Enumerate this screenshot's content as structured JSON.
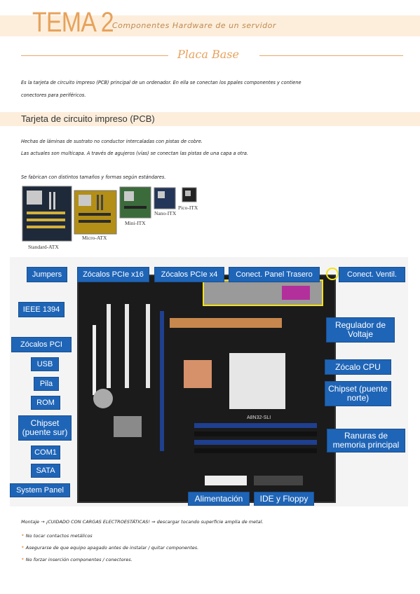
{
  "header": {
    "tema": "TEMA 2",
    "subtitle": "Componentes Hardware de un servidor"
  },
  "section_title_main": "Placa Base",
  "intro_text_1": "Es la tarjeta de circuito impreso (PCB) principal de un ordenador. En ella se conectan los ppales componentes y contiene",
  "intro_text_2": "conectores para periféricos.",
  "pcb_section": {
    "title": "Tarjeta de circuito impreso (PCB)",
    "line_1": "Hechas de láminas de sustrato no conductor intercaladas con pistas de cobre.",
    "line_2": "Las actuales son multicapa. A través de agujeros (vías) se conectan las pistas de una capa a otra.",
    "line_3": "Se fabrican con distintos tamaños y formas según estándares."
  },
  "form_factors": [
    {
      "label": "Standard-ATX"
    },
    {
      "label": "Micro-ATX"
    },
    {
      "label": "Mini-ITX"
    },
    {
      "label": "Nano-ITX"
    },
    {
      "label": "Pico-ITX"
    }
  ],
  "board_labels": {
    "jumpers": "Jumpers",
    "pcie_x16": "Zócalos PCIe x16",
    "pcie_x4": "Zócalos PCIe x4",
    "rear_panel": "Conect. Panel Trasero",
    "fan": "Conect. Ventil.",
    "ieee1394": "IEEE 1394",
    "pci": "Zócalos PCI",
    "usb": "USB",
    "pila": "Pila",
    "rom": "ROM",
    "south": "Chipset (puente sur)",
    "com1": "COM1",
    "sata": "SATA",
    "system_panel": "System Panel",
    "regulador": "Regulador de Voltaje",
    "cpu": "Zócalo CPU",
    "north": "Chipset (puente norte)",
    "ram": "Ranuras de memoria principal",
    "power": "Alimentación",
    "ide": "IDE y Floppy",
    "board_model": "A8N32-SLI"
  },
  "montaje": {
    "line": "Montaje → ¡CUIDADO CON CARGAS ELECTROESTÁTICAS! ⇒ descargar tocando superficie amplia de metal.",
    "bullets": [
      "No tocar contactos metálicos",
      "Asegurarse de que equipo apagado antes de instalar / quitar componentes.",
      "No forzar inserción componentes / conectores."
    ]
  },
  "colors": {
    "accent": "#e7a25b",
    "band": "#fdeedc",
    "label_blue": "#1f65b7",
    "highlight": "#f3e21a"
  }
}
